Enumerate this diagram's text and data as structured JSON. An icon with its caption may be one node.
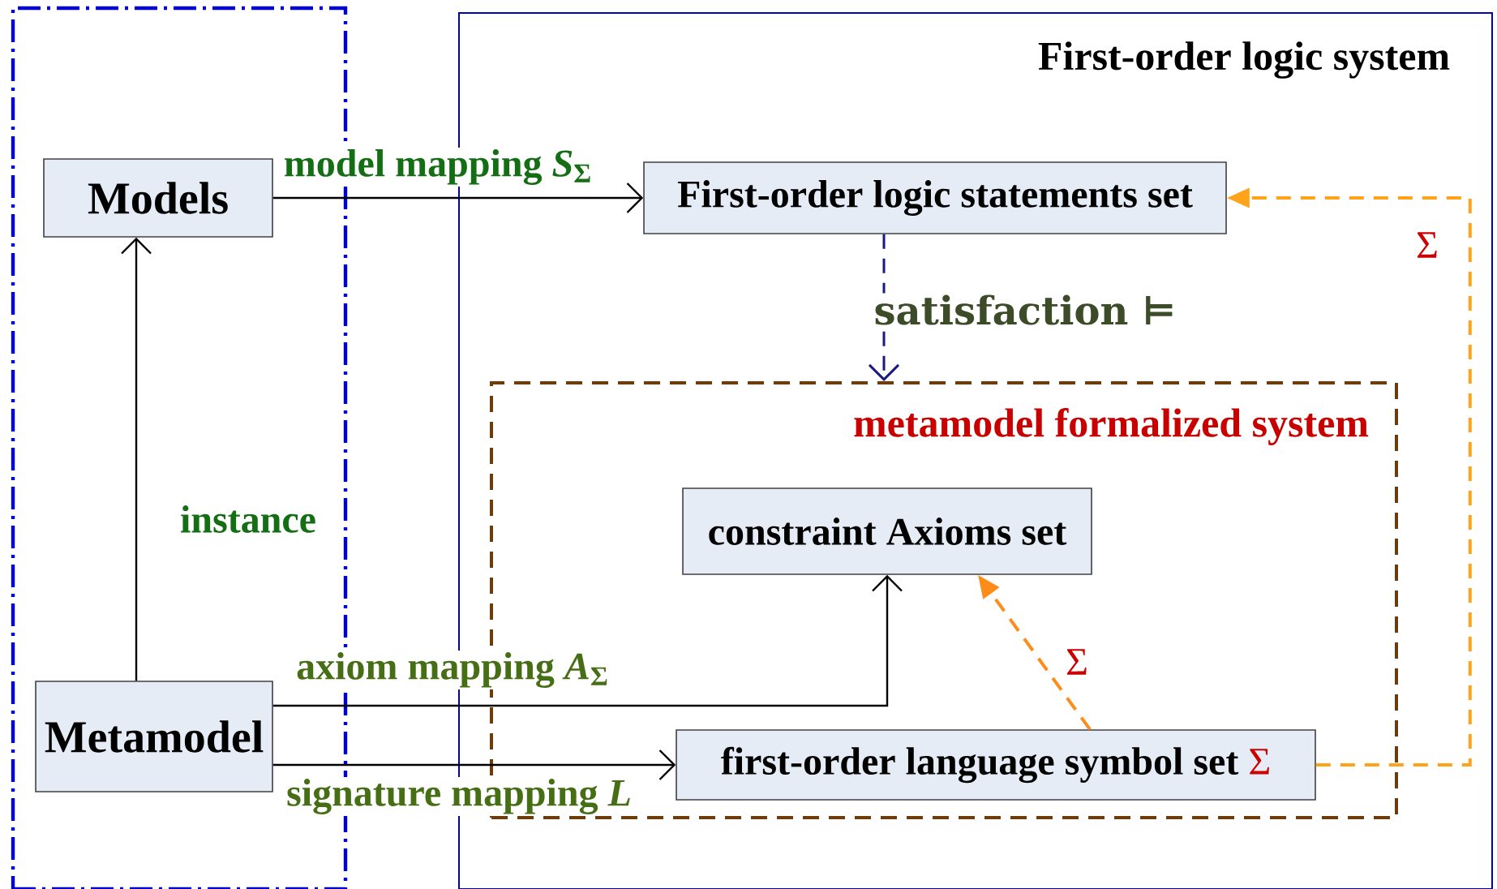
{
  "diagram": {
    "nodes": [
      {
        "text": [],
        "shape": "box"
      },
      {
        "text": [
          "Models"
        ],
        "in": 0
      },
      {
        "text": [
          "Metamodel"
        ],
        "in": 0
      },
      {
        "text": [
          "First-order logic system"
        ]
      },
      {
        "text": [
          "First-order logic statements set"
        ],
        "in": 3
      },
      {
        "text": [
          "metamodel formalized system"
        ],
        "in": 3
      },
      {
        "text": [
          "constraint Axioms set"
        ],
        "in": 5
      },
      {
        "text": [
          "first-order language symbol set",
          "Σ"
        ],
        "in": 5
      }
    ],
    "edges": [
      {
        "from": 1,
        "to": 4,
        "arrow": "to",
        "label": "model mapping *S*$_{Σ}$"
      },
      {
        "from": 2,
        "to": 1,
        "arrow": "to",
        "label": "instance"
      },
      {
        "from": 4,
        "to": 5,
        "arrow": "to",
        "label": "satisfaction ⊨",
        "style": "dashed",
        "color": "#1a1a80"
      },
      {
        "from": 2,
        "to": 6,
        "arrow": "to",
        "label": "axiom mapping *A*$_{Σ}$"
      },
      {
        "from": 2,
        "to": 7,
        "arrow": "to",
        "label": "signature mapping *L*"
      },
      {
        "from": 7,
        "to": 6,
        "arrow": "to",
        "label": "Σ",
        "style": "dashed",
        "color": "#ff8c1a"
      },
      {
        "from": 7,
        "to": 4,
        "arrow": "to",
        "label": "Σ",
        "style": "dashed",
        "color": "#ffa31a"
      }
    ]
  }
}
